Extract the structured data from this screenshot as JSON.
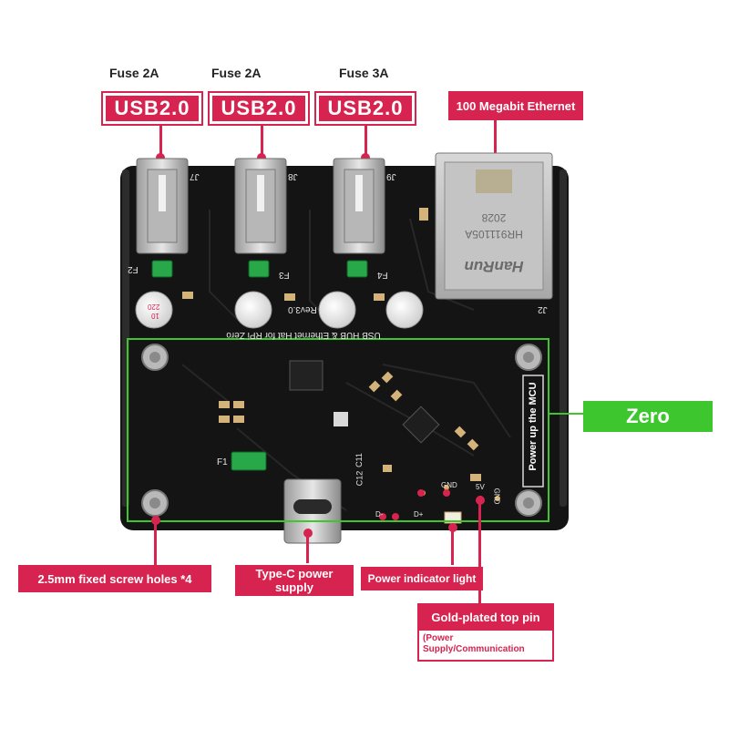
{
  "top": {
    "fuses": [
      "Fuse 2A",
      "Fuse 2A",
      "Fuse 3A"
    ],
    "usb_labels": [
      "USB2.0",
      "USB2.0",
      "USB2.0"
    ],
    "ethernet_label": "100 Megabit Ethernet"
  },
  "board": {
    "usb_connectors": [
      "J7",
      "J8",
      "J9"
    ],
    "ethernet_connector": "J2",
    "rj45_text": [
      "HanRun",
      "HR911105A",
      "2028"
    ],
    "fuse_marks": [
      "F2",
      "F3",
      "F4",
      "F1"
    ],
    "silkscreen_title": "USB HUB & Ethernet Hat for RPi Zero",
    "revision": "Rev3.0",
    "mcu_text": "Power up the MCU",
    "cap_marks": [
      "C11",
      "C12"
    ],
    "pin_marks": [
      "GND",
      "5V",
      "D-",
      "D+",
      "GND"
    ],
    "capacitor_text": [
      "220",
      "10"
    ]
  },
  "side": {
    "zero_label": "Zero",
    "colors": {
      "accent": "#d7234f",
      "zero_green": "#3ec62f",
      "board": "#141414"
    }
  },
  "bottom": {
    "screw_holes": "2.5mm fixed screw holes *4",
    "typec": "Type-C power supply",
    "power_light": "Power indicator light",
    "gold_pin": "Gold-plated top pin",
    "gold_pin_note": "(Power Supply/Communication"
  }
}
